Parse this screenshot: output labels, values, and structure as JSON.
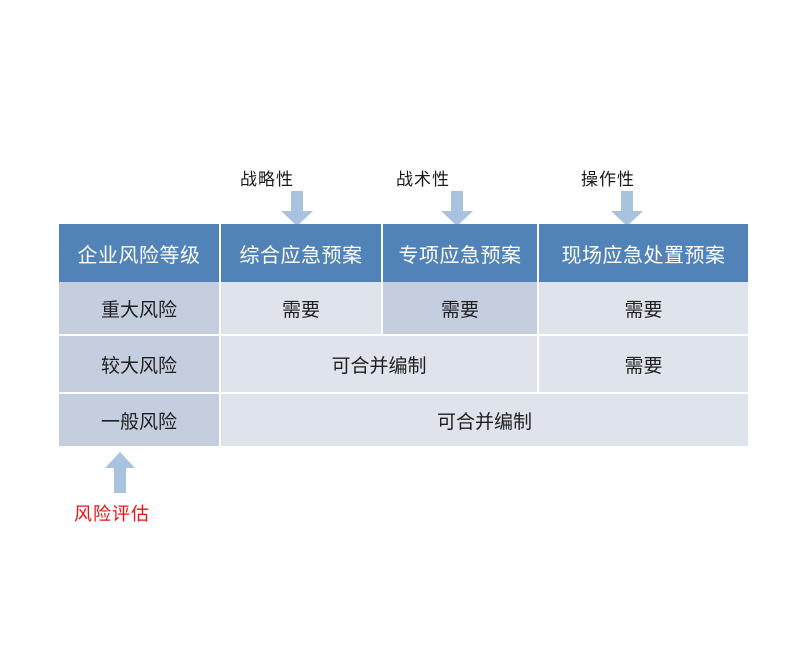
{
  "diagram": {
    "title_annotations": [
      {
        "label": "战略性",
        "target_column": "综合应急预案"
      },
      {
        "label": "战术性",
        "target_column": "专项应急预案"
      },
      {
        "label": "操作性",
        "target_column": "现场应急处置预案"
      }
    ],
    "bottom_annotation": {
      "label": "风险评估",
      "color": "#ee1111",
      "target_column": "企业风险等级"
    },
    "colors": {
      "header_blue": "#5182b8",
      "row_label_blue": "#c4cedf",
      "cell_light": "#dfe3ec",
      "highlight_cell": "#c4cedf",
      "arrow_blue": "#a9c2de",
      "accent_red": "#ee1111",
      "background": "#ffffff"
    },
    "table": {
      "headers": [
        "企业风险等级",
        "综合应急预案",
        "专项应急预案",
        "现场应急处置预案"
      ],
      "rows": [
        {
          "label": "重大风险",
          "cells": [
            {
              "text": "需要",
              "colspan": 1,
              "highlight": false
            },
            {
              "text": "需要",
              "colspan": 1,
              "highlight": true
            },
            {
              "text": "需要",
              "colspan": 1,
              "highlight": false
            }
          ]
        },
        {
          "label": "较大风险",
          "cells": [
            {
              "text": "可合并编制",
              "colspan": 2,
              "highlight": false
            },
            {
              "text": "需要",
              "colspan": 1,
              "highlight": false
            }
          ]
        },
        {
          "label": "一般风险",
          "cells": [
            {
              "text": "可合并编制",
              "colspan": 3,
              "highlight": false
            }
          ]
        }
      ]
    }
  }
}
